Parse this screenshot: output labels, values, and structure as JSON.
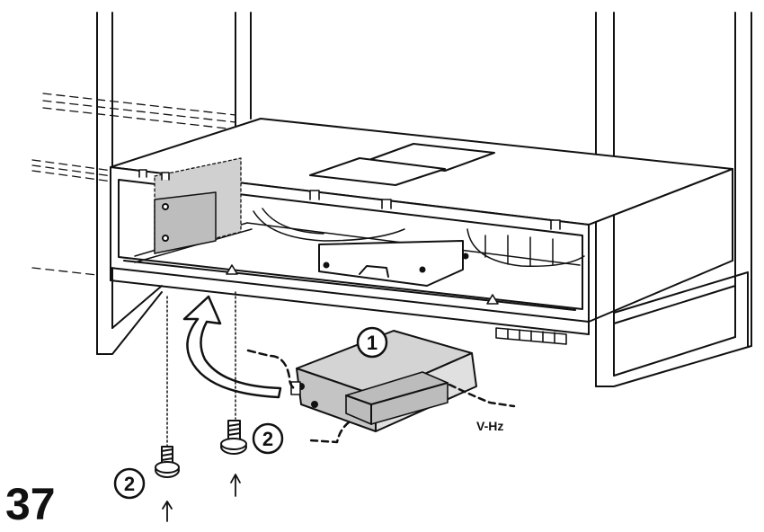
{
  "step_number": "37",
  "callouts": [
    {
      "id": "box",
      "text": "1"
    },
    {
      "id": "screw-right",
      "text": "2"
    },
    {
      "id": "screw-left",
      "text": "2"
    }
  ],
  "voltage_label": "V-Hz",
  "colors": {
    "line": "#111111",
    "box_fill": "#d9d9d9",
    "shade": "#c8c8c8"
  }
}
